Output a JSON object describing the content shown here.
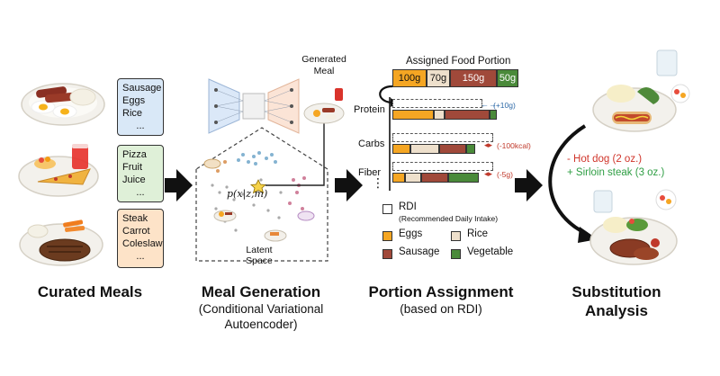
{
  "stages": {
    "curated": {
      "title": "Curated Meals"
    },
    "generation": {
      "title": "Meal Generation",
      "sub1": "(Conditional Variational",
      "sub2": "Autoencoder)"
    },
    "portion": {
      "title": "Portion Assignment",
      "sub1": "(based on RDI)"
    },
    "substitution": {
      "title1": "Substitution",
      "title2": "Analysis"
    }
  },
  "meals": [
    {
      "items": [
        "Sausage",
        "Eggs",
        "Rice",
        "..."
      ],
      "color": "#d9e8f7"
    },
    {
      "items": [
        "Pizza",
        "Fruit",
        "Juice",
        "..."
      ],
      "color": "#dff0d8"
    },
    {
      "items": [
        "Steak",
        "Carrot",
        "Coleslaw",
        "..."
      ],
      "color": "#fde3c8"
    }
  ],
  "generation": {
    "latent_label": "Latent Space",
    "formula": "p(x|z,m)",
    "generated_label_1": "Generated",
    "generated_label_2": "Meal"
  },
  "portion": {
    "assigned_title": "Assigned Food Portion",
    "assigned_segments": [
      {
        "label": "100g",
        "food": "Eggs"
      },
      {
        "label": "70g",
        "food": "Rice"
      },
      {
        "label": "150g",
        "food": "Sausage"
      },
      {
        "label": "50g",
        "food": "Vegetable"
      }
    ],
    "rows": [
      {
        "label": "Protein",
        "annotation": "(+10g)",
        "annotation_color": "#2e6aa8"
      },
      {
        "label": "Carbs",
        "annotation": "(-100kcal)",
        "annotation_color": "#c0392b"
      },
      {
        "label": "Fiber",
        "annotation": "(-5g)",
        "annotation_color": "#c0392b"
      }
    ],
    "ellipsis": "⋮",
    "legend": {
      "rdi_label": "RDI",
      "rdi_sub": "(Recommended Daily Intake)",
      "items": [
        {
          "label": "Eggs",
          "color": "#f5a623"
        },
        {
          "label": "Rice",
          "color": "#eee0cc"
        },
        {
          "label": "Sausage",
          "color": "#a0493a"
        },
        {
          "label": "Vegetable",
          "color": "#4a8a3a"
        }
      ]
    },
    "colors": {
      "Eggs": "#f5a623",
      "Rice": "#eee0cc",
      "Sausage": "#a0493a",
      "Vegetable": "#4a8a3a"
    }
  },
  "substitution": {
    "remove": "- Hot dog (2 oz.)",
    "add": "+ Sirloin steak (3 oz.)",
    "remove_color": "#d0352b",
    "add_color": "#2f9e44"
  }
}
